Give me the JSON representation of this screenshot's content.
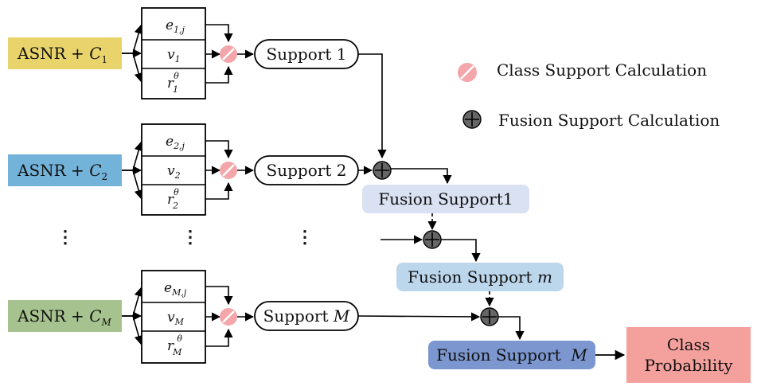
{
  "colors": {
    "class_yellow": "#e8d46a",
    "class_blue": "#74b3d9",
    "class_green": "#a6c38f",
    "class_support_pink": "#f4a6aa",
    "fusion_op_gray": "#666666",
    "fusion_support_1_bg": "#d9e1f2",
    "fusion_support_m_bg": "#bcd6ec",
    "fusion_support_M_bg": "#7c97cf",
    "class_probability_bg": "#f4a09c"
  },
  "inputs": [
    {
      "prefix": "ASNR + ",
      "var": "C",
      "sub": "1"
    },
    {
      "prefix": "ASNR + ",
      "var": "C",
      "sub": "2"
    },
    {
      "prefix": "ASNR + ",
      "var": "C",
      "sub": "M"
    }
  ],
  "features": [
    {
      "e_sub": "1,j",
      "v_sub": "1",
      "r_sub": "1"
    },
    {
      "e_sub": "2,j",
      "v_sub": "2",
      "r_sub": "2"
    },
    {
      "e_sub": "M,j",
      "v_sub": "M",
      "r_sub": "M"
    }
  ],
  "feature_symbols": {
    "e": "e",
    "v": "v",
    "r": "r",
    "theta": "θ"
  },
  "supports": [
    {
      "label": "Support 1",
      "italic_part": ""
    },
    {
      "label": "Support 2",
      "italic_part": ""
    },
    {
      "label": "Support ",
      "italic_part": "M"
    }
  ],
  "fusion_supports": [
    {
      "label": "Fusion Support1",
      "italic_part": ""
    },
    {
      "label": "Fusion Support ",
      "italic_part": "m"
    },
    {
      "label": "Fusion Support  ",
      "italic_part": "M"
    }
  ],
  "output": {
    "line1": "Class",
    "line2": "Probability"
  },
  "legend": {
    "class_support": "Class Support Calculation",
    "fusion_support": "Fusion Support Calculation"
  },
  "ellipsis": "⋮"
}
